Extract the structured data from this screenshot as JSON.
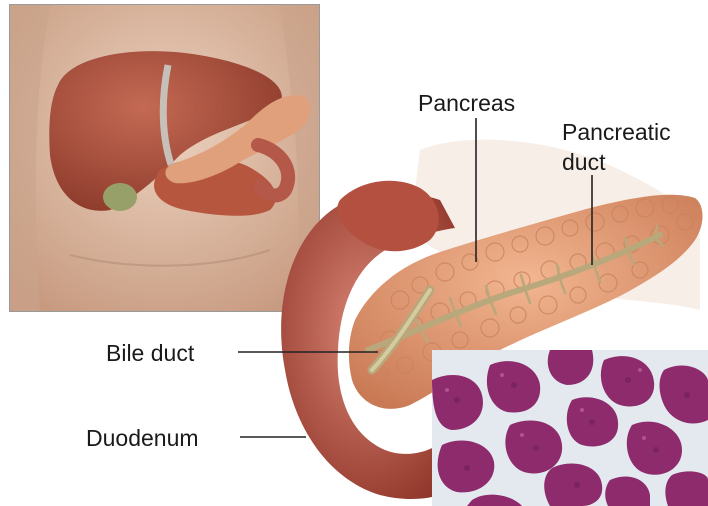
{
  "labels": {
    "pancreas": "Pancreas",
    "pancreatic_duct_line1": "Pancreatic",
    "pancreatic_duct_line2": "duct",
    "bile_duct": "Bile duct",
    "duodenum": "Duodenum"
  },
  "colors": {
    "skin": "#d9b49a",
    "liver": "#a8503c",
    "pancreas": "#e29c78",
    "duodenum": "#b8584a",
    "duct": "#c2b48a",
    "gallbladder": "#9aa46a",
    "stain": "#8a2a6a",
    "leader_line": "#222222"
  }
}
